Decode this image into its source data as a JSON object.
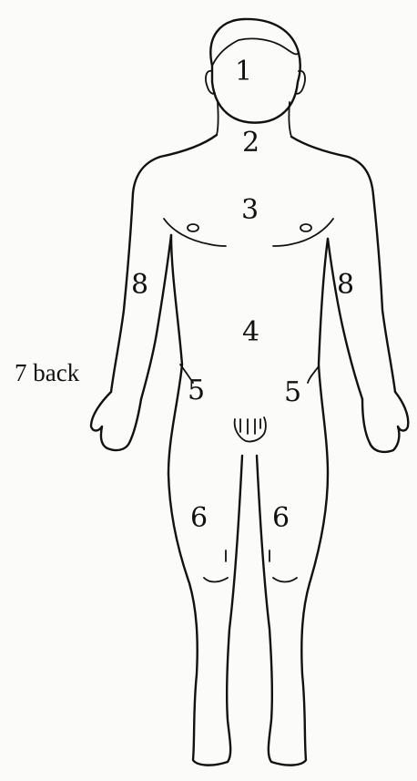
{
  "diagram": {
    "regions": [
      {
        "id": "head",
        "label": "1"
      },
      {
        "id": "neck",
        "label": "2"
      },
      {
        "id": "chest",
        "label": "3"
      },
      {
        "id": "abdomen",
        "label": "4"
      },
      {
        "id": "left-groin",
        "label": "5"
      },
      {
        "id": "right-groin",
        "label": "5"
      },
      {
        "id": "left-thigh",
        "label": "6"
      },
      {
        "id": "right-thigh",
        "label": "6"
      },
      {
        "id": "back-hand",
        "label": "7 back"
      },
      {
        "id": "right-arm",
        "label": "8"
      },
      {
        "id": "left-arm",
        "label": "8"
      }
    ],
    "line_color": "#111111",
    "background_color": "#fbfbf9"
  }
}
